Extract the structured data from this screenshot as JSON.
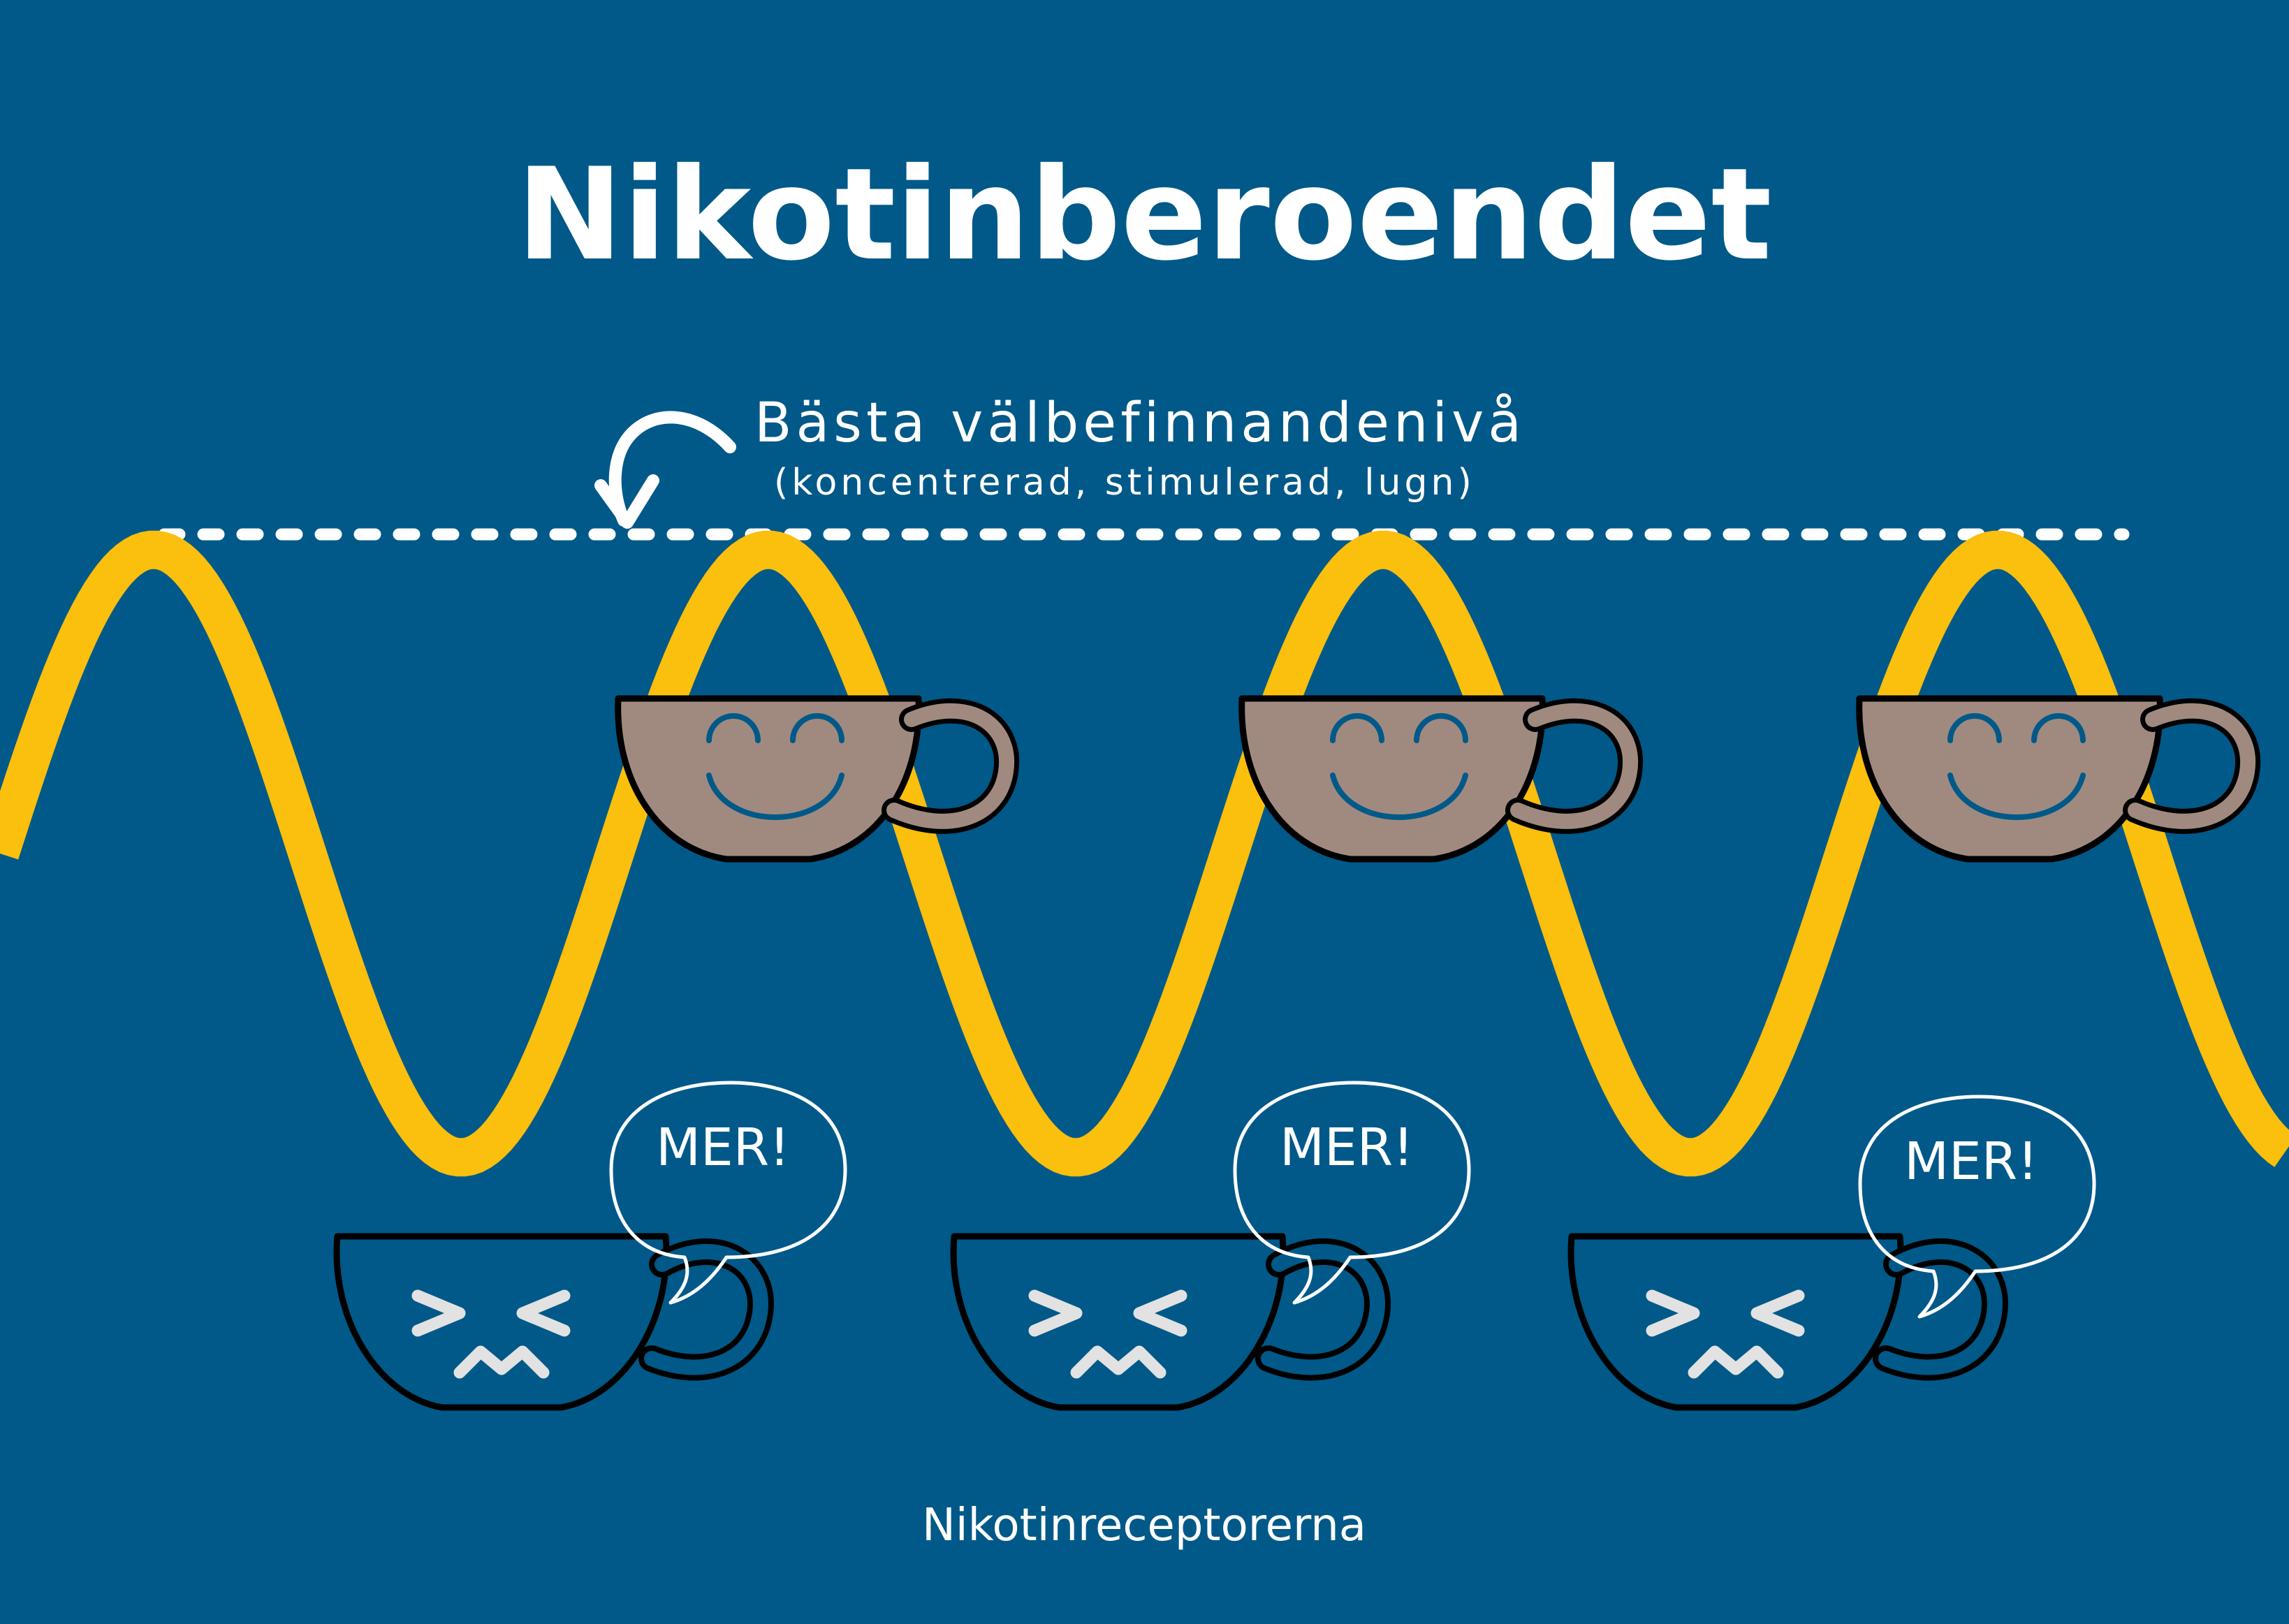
{
  "title": "Nikotinberoendet",
  "best_level": {
    "label": "Bästa välbefinnandenivå",
    "sublabel": "(koncentrerad, stimulerad, lugn)"
  },
  "speech_bubble_text": "MER!",
  "footer": "Nikotinreceptorerna",
  "colors": {
    "background": "#005988",
    "wave": "#fbbf0d",
    "happy_cup": "#a08a80",
    "sad_cup": "#005988",
    "line": "#ffffff"
  },
  "icons": [
    "happy-cup-icon",
    "sad-cup-icon",
    "speech-bubble-icon",
    "curved-arrow-icon"
  ]
}
